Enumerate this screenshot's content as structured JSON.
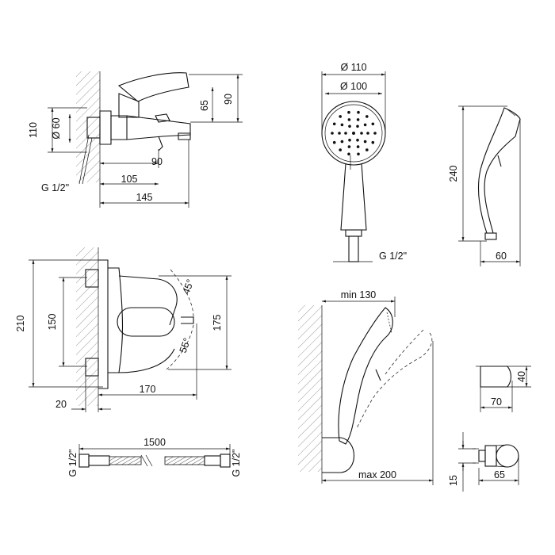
{
  "mixer_side": {
    "dim_110": "110",
    "dim_90": "90",
    "dim_65": "65",
    "dim_d60": "Ø 60",
    "dim_90b": "90",
    "dim_105": "105",
    "dim_145": "145",
    "thread": "G 1/2\""
  },
  "mixer_front": {
    "dim_210": "210",
    "dim_150": "150",
    "dim_175": "175",
    "dim_170": "170",
    "dim_20": "20",
    "angle_45": "45°",
    "angle_55": "55°"
  },
  "handshower_front": {
    "dim_d110": "Ø 110",
    "dim_d100": "Ø 100",
    "thread": "G 1/2\""
  },
  "handshower_side": {
    "dim_240": "240",
    "dim_60": "60"
  },
  "holder_wall": {
    "dim_min130": "min 130",
    "dim_max200": "max 200"
  },
  "holder_small": {
    "dim_40": "40",
    "dim_70": "70"
  },
  "holder_bracket": {
    "dim_15": "15",
    "dim_65": "65"
  },
  "hose": {
    "dim_1500": "1500",
    "thread_left": "G 1/2\"",
    "thread_right": "G 1/2\""
  }
}
